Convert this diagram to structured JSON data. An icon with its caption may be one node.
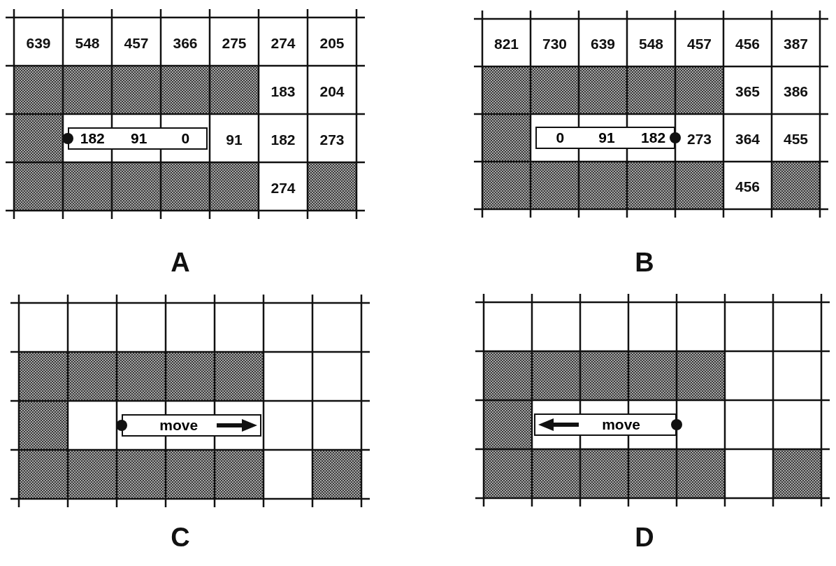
{
  "diagram": {
    "nodes": [
      {
        "text": [
          "182",
          "91",
          "0"
        ]
      },
      {
        "text": [
          "0",
          "91",
          "182"
        ]
      },
      {
        "text": [
          "move"
        ]
      },
      {
        "text": [
          "move"
        ]
      }
    ],
    "edges": [],
    "labels": [
      "639",
      "548",
      "457",
      "366",
      "275",
      "274",
      "205",
      "183",
      "204",
      "91",
      "182",
      "273",
      "274",
      "821",
      "730",
      "639",
      "548",
      "457",
      "456",
      "387",
      "365",
      "386",
      "273",
      "364",
      "455",
      "456",
      "A",
      "B",
      "C",
      "D"
    ]
  }
}
